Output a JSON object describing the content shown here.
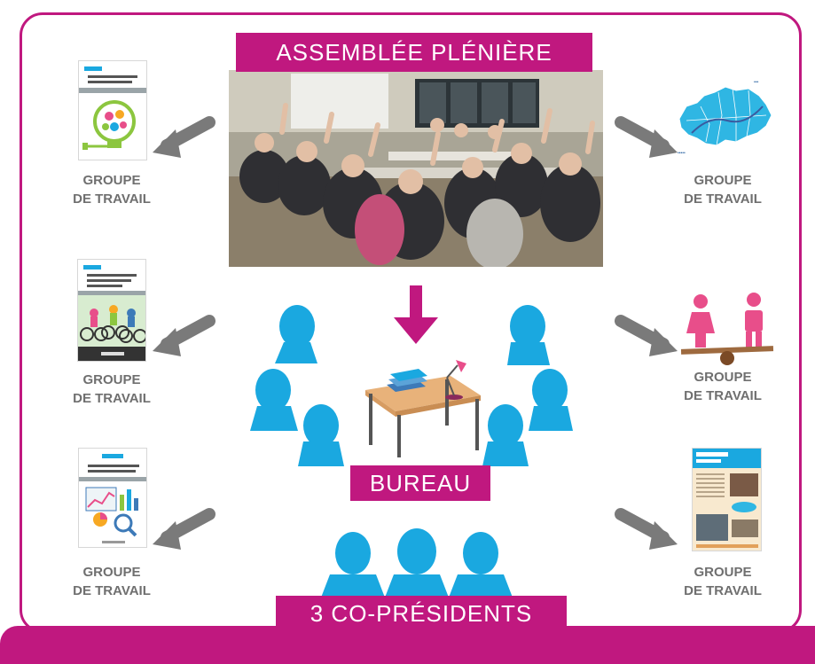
{
  "banners": {
    "assemblee": "ASSEMBLÉE PLÉNIÈRE",
    "bureau": "BUREAU",
    "copresidents": "3 CO-PRÉSIDENTS"
  },
  "groups": [
    {
      "line1": "GROUPE",
      "line2": "DE TRAVAIL"
    },
    {
      "line1": "GROUPE",
      "line2": "DE TRAVAIL"
    },
    {
      "line1": "GROUPE",
      "line2": "DE TRAVAIL"
    },
    {
      "line1": "GROUPE",
      "line2": "DE TRAVAIL"
    },
    {
      "line1": "GROUPE",
      "line2": "DE TRAVAIL"
    },
    {
      "line1": "GROUPE",
      "line2": "DE TRAVAIL"
    }
  ],
  "icons": {
    "arrow": "arrow-icon",
    "person": "person-silhouette-icon",
    "desk": "desk-icon",
    "lamp": "desk-lamp-icon",
    "balance": "gender-balance-icon",
    "map": "territory-map-icon",
    "bulb": "lightbulb-icon",
    "bikes": "bicycles-icon",
    "analytics": "analytics-icon",
    "newsletter": "newsletter-icon"
  },
  "colors": {
    "magenta": "#c0187f",
    "cyan": "#1aa8e0",
    "grey_arrow": "#7a7a7a",
    "label_grey": "#6f6f6f"
  }
}
